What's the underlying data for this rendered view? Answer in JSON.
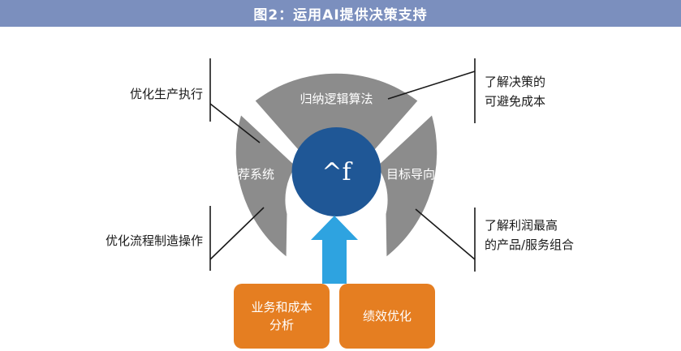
{
  "title": "图2：运用AI提供决策支持",
  "center": {
    "label": "^f"
  },
  "segments": {
    "top": "归纳逻辑算法",
    "left": "推荐系统",
    "right": "目标导向"
  },
  "annotations": {
    "top_left": "优化生产执行",
    "bottom_left": "优化流程制造操作",
    "top_right_line1": "了解决策的",
    "top_right_line2": "可避免成本",
    "bottom_right_line1": "了解利润最高",
    "bottom_right_line2": "的产品/服务组合"
  },
  "inputs": {
    "box1_line1": "业务和成本",
    "box1_line2": "分析",
    "box2": "绩效优化"
  },
  "colors": {
    "header_bg": "#7b8fbe",
    "ring": "#8c8c8c",
    "center": "#1f5796",
    "arrow": "#2ea3e0",
    "box": "#e57e21"
  }
}
